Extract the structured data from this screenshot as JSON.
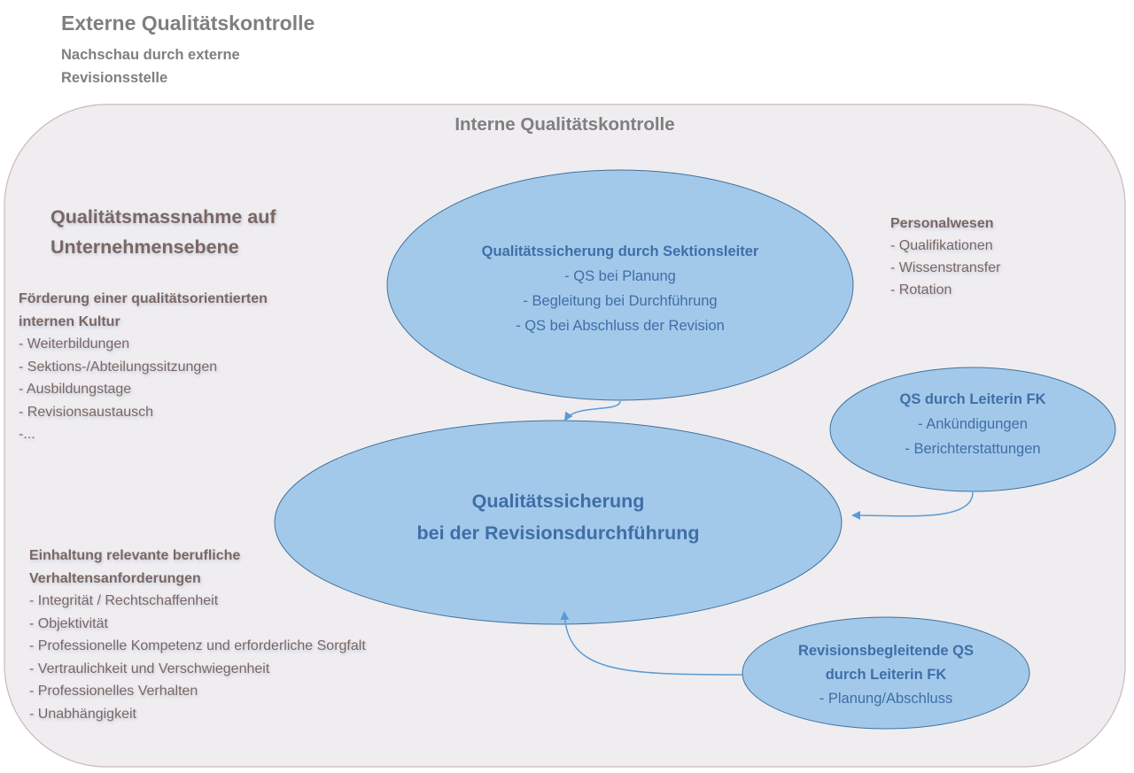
{
  "external": {
    "title": "Externe Qualitätskontrolle",
    "lines": [
      "Nachschau durch externe",
      "Revisionsstelle"
    ]
  },
  "internal": {
    "title": "Interne Qualitätskontrolle"
  },
  "company_level": {
    "heading": [
      "Qualitätsmassnahme auf",
      "Unternehmensebene"
    ]
  },
  "culture": {
    "heading": [
      "Förderung einer qualitätsorientierten",
      "internen Kultur"
    ],
    "items": [
      "- Weiterbildungen",
      "- Sektions-/Abteilungssitzungen",
      "- Ausbildungstage",
      "- Revisionsaustausch",
      "-..."
    ]
  },
  "conduct": {
    "heading": [
      "Einhaltung relevante berufliche",
      "Verhaltensanforderungen"
    ],
    "items": [
      "- Integrität / Rechtschaffenheit",
      "- Objektivität",
      "- Professionelle Kompetenz und erforderliche Sorgfalt",
      "- Vertraulichkeit und Verschwiegenheit",
      "- Professionelles Verhalten",
      "- Unabhängigkeit"
    ]
  },
  "personnel": {
    "heading": "Personalwesen",
    "items": [
      "- Qualifikationen",
      "- Wissenstransfer",
      "- Rotation"
    ]
  },
  "nodes": {
    "section_lead": {
      "title": "Qualitätssicherung durch Sektionsleiter",
      "items": [
        "- QS bei Planung",
        "- Begleitung bei Durchführung",
        "- QS bei Abschluss der Revision"
      ]
    },
    "main": {
      "lines": [
        "Qualitätssicherung",
        "bei der Revisionsdurchführung"
      ]
    },
    "head_fk": {
      "title": "QS durch Leiterin FK",
      "items": [
        "- Ankündigungen",
        "- Berichterstattungen"
      ]
    },
    "accompanying": {
      "title": [
        "Revisionsbegleitende QS",
        "durch Leiterin FK"
      ],
      "items": [
        "- Planung/Abschluss"
      ]
    }
  },
  "colors": {
    "ellipse_fill": "#a3c9ea",
    "ellipse_stroke": "#41719c",
    "ellipse_text": "#3f6ea8",
    "panel_fill": "#efedf0",
    "panel_stroke": "#cbb8b8",
    "arrow": "#5b9bd5"
  }
}
